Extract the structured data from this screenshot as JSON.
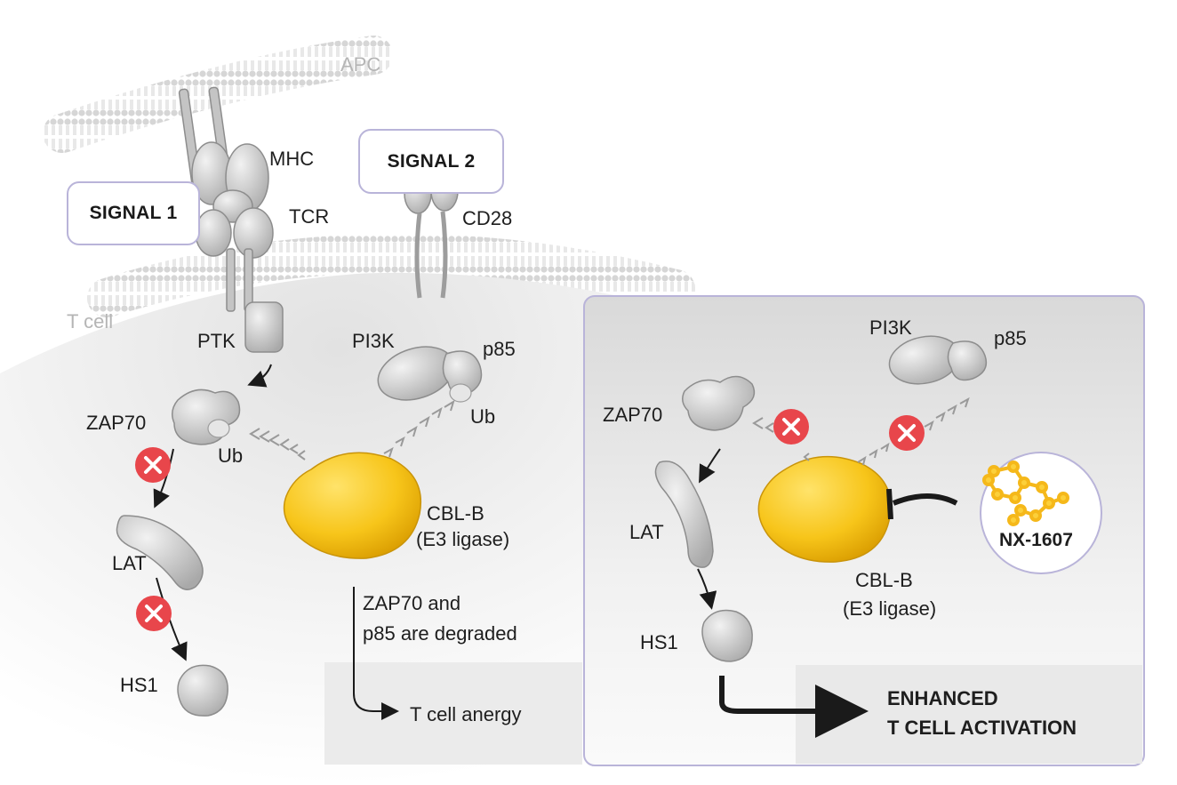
{
  "labels": {
    "apc": "APC",
    "t_cell": "T cell",
    "signal1": "SIGNAL 1",
    "signal2": "SIGNAL 2",
    "mhc": "MHC",
    "tcr": "TCR",
    "cd28": "CD28",
    "ptk": "PTK",
    "pi3k_left": "PI3K",
    "p85_left": "p85",
    "ub_p85": "Ub",
    "zap70_left": "ZAP70",
    "ub_zap70": "Ub",
    "cblb_left": "CBL-B",
    "e3_left": "(E3 ligase)",
    "lat_left": "LAT",
    "hs1_left": "HS1",
    "degraded_line1": "ZAP70 and",
    "degraded_line2": "p85 are degraded",
    "anergy": "T cell anergy",
    "pi3k_right": "PI3K",
    "p85_right": "p85",
    "zap70_right": "ZAP70",
    "lat_right": "LAT",
    "hs1_right": "HS1",
    "cblb_right": "CBL-B",
    "e3_right": "(E3 ligase)",
    "drug": "NX-1607",
    "enhanced_line1": "ENHANCED",
    "enhanced_line2": "T CELL ACTIVATION"
  },
  "colors": {
    "membrane": "#d8d8d8",
    "protein_fill": "#c9c9c9",
    "protein_stroke": "#8d8d8d",
    "cblb_fill": "#f7c51a",
    "cblb_stroke": "#c9940a",
    "block_marker": "#e8464b",
    "box_border": "#b9b4d9",
    "panel_bg": "#ebebeb",
    "arrow": "#1a1a1a"
  },
  "icons": {
    "block_marker": "x-circle-icon",
    "inhibition": "t-bar-inhibition-icon",
    "ubiquitination": "chevron-trail-icon"
  }
}
